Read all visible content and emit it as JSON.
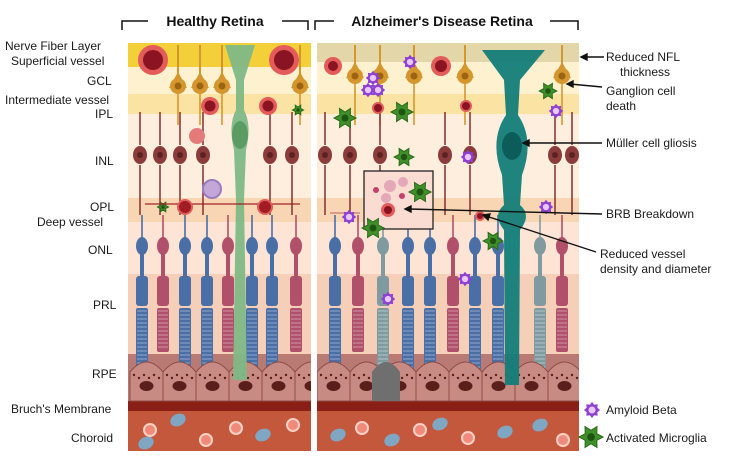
{
  "titles": {
    "healthy": "Healthy Retina",
    "alzheimers": "Alzheimer's Disease Retina"
  },
  "layers": {
    "nfl": "Nerve Fiber Layer",
    "superficial_vessel": "Superficial vessel",
    "gcl": "GCL",
    "intermediate_vessel": "Intermediate vessel",
    "ipl": "IPL",
    "inl": "INL",
    "opl": "OPL",
    "deep_vessel": "Deep vessel",
    "onl": "ONL",
    "prl": "PRL",
    "rpe": "RPE",
    "bruchs": "Bruch's Membrane",
    "choroid": "Choroid"
  },
  "annotations": {
    "nfl_line1": "Reduced NFL",
    "nfl_line2": "thickness",
    "ganglion_line1": "Ganglion cell",
    "ganglion_line2": "death",
    "muller": "Müller cell gliosis",
    "brb": "BRB Breakdown",
    "vessel_line1": "Reduced vessel",
    "vessel_line2": "density and diameter"
  },
  "legend": {
    "amyloid": "Amyloid Beta",
    "microglia": "Activated Microglia"
  },
  "colors": {
    "nfl": "#f3cf3a",
    "nfl_diseased": "#e3d6a8",
    "gcl_band": "#fdf1cf",
    "inner_band": "#fdeede",
    "opl_band": "#f8d6b4",
    "onl_band": "#fde4d4",
    "prl_band": "#f6cfb8",
    "rpe": "#b87a72",
    "bruchs": "#8a1f17",
    "choroid": "#c4583c",
    "ganglion": "#d5962e",
    "vessel": "#a11d24",
    "bipolar": "#8a3b3a",
    "muller": "#7fb886",
    "muller_gliosis": "#137d78",
    "rod": "#4a6ea6",
    "cone": "#b0506a",
    "amyloid": "#8f3fd3",
    "microglia": "#3f8f2a"
  },
  "icons": [
    "amyloid-beta-icon",
    "activated-microglia-icon",
    "blood-vessel-icon",
    "ganglion-cell-icon",
    "muller-cell-icon",
    "photoreceptor-icon"
  ]
}
